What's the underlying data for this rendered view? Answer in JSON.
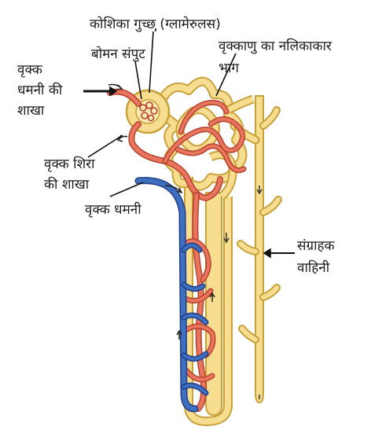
{
  "labels": {
    "glomerulus": "कोशिका गुच्छ (ग्लामेरुलस)",
    "bowman": "बोमन संपुट",
    "tubule_line1": "वृक्काणु का नलिकाकार",
    "tubule_line2": "भाग",
    "artery_branch_line1": "वृक्क",
    "artery_branch_line2": "धमनी की",
    "artery_branch_line3": "शाखा",
    "vein_branch_line1": "वृक्क शिरा",
    "vein_branch_line2": "की शाखा",
    "renal_artery": "वृक्क धमनी",
    "collecting_line1": "संग्राहक",
    "collecting_line2": "वाहिनी"
  },
  "colors": {
    "tubule_fill": "#f7dd8f",
    "tubule_stroke": "#c9a13a",
    "artery": "#e8765e",
    "artery_stroke": "#b8412c",
    "vein": "#3f6fbf",
    "vein_stroke": "#1f3f8a",
    "text": "#1a1a1a"
  }
}
